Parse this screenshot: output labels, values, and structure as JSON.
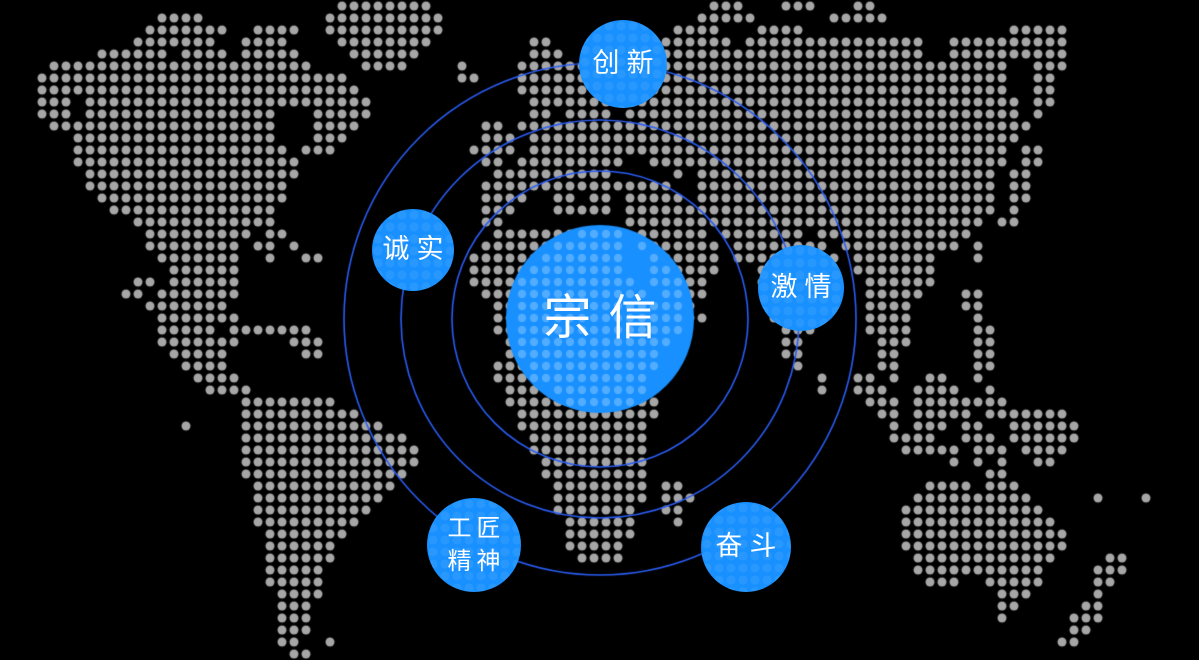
{
  "diagram": {
    "center": {
      "label": "宗信"
    },
    "satellites": [
      {
        "id": "innovation",
        "label": "创新"
      },
      {
        "id": "honesty",
        "label": "诚实"
      },
      {
        "id": "passion",
        "label": "激情"
      },
      {
        "id": "craftsmanship",
        "label": "工匠精神",
        "label_lines": [
          "工匠",
          "精神"
        ]
      },
      {
        "id": "striving",
        "label": "奋斗"
      }
    ],
    "colors": {
      "bubble_blue": "#1890ff",
      "orbit_ring_blue": "#2a5df5",
      "map_dot_gray": "#a6a6a6",
      "label_white": "#ffffff",
      "background_black": "#000000",
      "center_tint_dot": "rgba(255,255,255,0.25)"
    }
  }
}
